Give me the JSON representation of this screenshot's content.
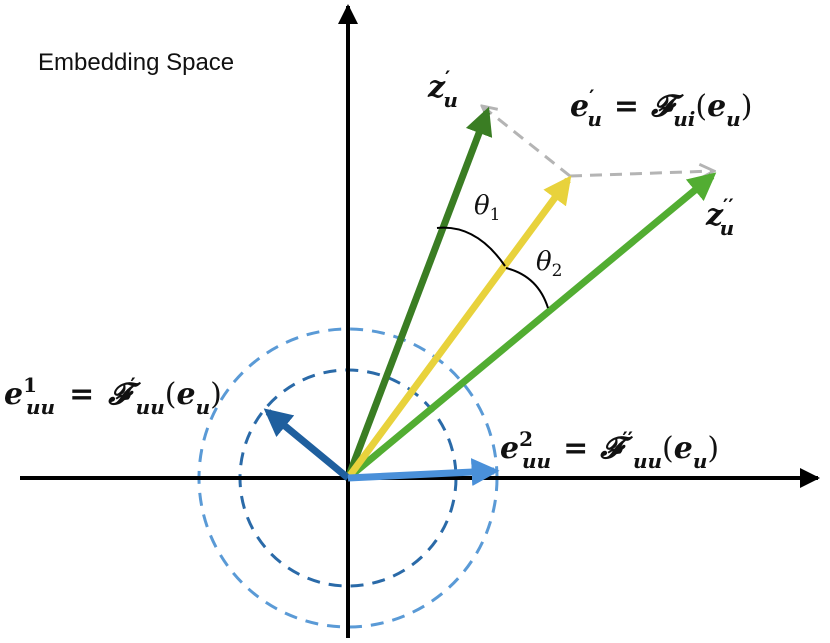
{
  "title": "Embedding Space",
  "labels": {
    "z_prime": {
      "base": "z",
      "sub": "u",
      "mark": "′"
    },
    "z_dprime": {
      "base": "z",
      "sub": "u",
      "mark": "′′"
    },
    "e_u_prime": {
      "lhs": "e",
      "lhs_mark": "′",
      "lhs_sub": "u",
      "eq": "=",
      "F": "𝓕",
      "F_sub": "ui",
      "arg_open": "(",
      "arg": "e",
      "arg_sub": "u",
      "arg_close": ")"
    },
    "e_uu1": {
      "lhs": "e",
      "lhs_sup": "1",
      "lhs_sub": "uu",
      "eq": "=",
      "F": "𝓕",
      "F_mark": "′",
      "F_sub": "uu",
      "arg_open": "(",
      "arg": "e",
      "arg_sub": "u",
      "arg_close": ")"
    },
    "e_uu2": {
      "lhs": "e",
      "lhs_sup": "2",
      "lhs_sub": "uu",
      "eq": "=",
      "F": "𝓕",
      "F_mark": "′′",
      "F_sub": "uu",
      "arg_open": "(",
      "arg": "e",
      "arg_sub": "u",
      "arg_close": ")"
    },
    "theta1": {
      "base": "θ",
      "sub": "1"
    },
    "theta2": {
      "base": "θ",
      "sub": "2"
    }
  },
  "colors": {
    "axis": "#000000",
    "dark_green": "#3a7d23",
    "light_green": "#52ad32",
    "yellow": "#e8d23c",
    "dark_blue": "#1f5f9e",
    "light_blue": "#4a90d9",
    "dashed_gray": "#b4b4b4",
    "circle_inner": "#2a6aa8",
    "circle_outer": "#5a9ad6"
  }
}
